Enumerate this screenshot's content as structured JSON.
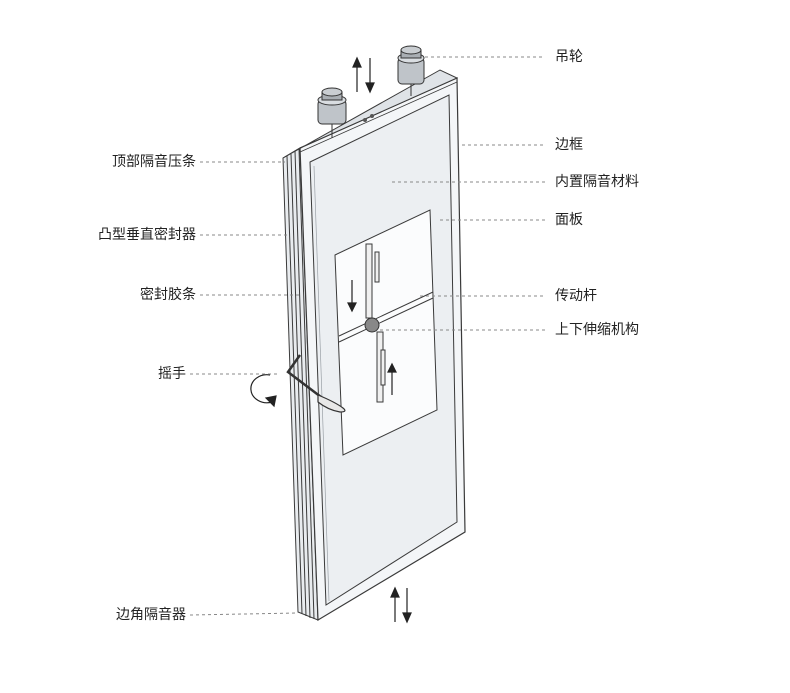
{
  "labels": {
    "left": {
      "top_seal": "顶部隔音压条",
      "vertical_sealer": "凸型垂直密封器",
      "seal_strip": "密封胶条",
      "handle": "摇手",
      "corner_isolator": "边角隔音器"
    },
    "right": {
      "hanging_wheel": "吊轮",
      "frame": "边框",
      "inner_material": "内置隔音材料",
      "panel": "面板",
      "drive_rod": "传动杆",
      "telescopic_mechanism": "上下伸缩机构"
    }
  },
  "colors": {
    "line": "#3a3a3a",
    "leader": "#888888",
    "frame_fill": "#f4f6f8",
    "inner_fill": "#eceff2",
    "glass_fill": "#fbfcfd",
    "text": "#222222"
  }
}
